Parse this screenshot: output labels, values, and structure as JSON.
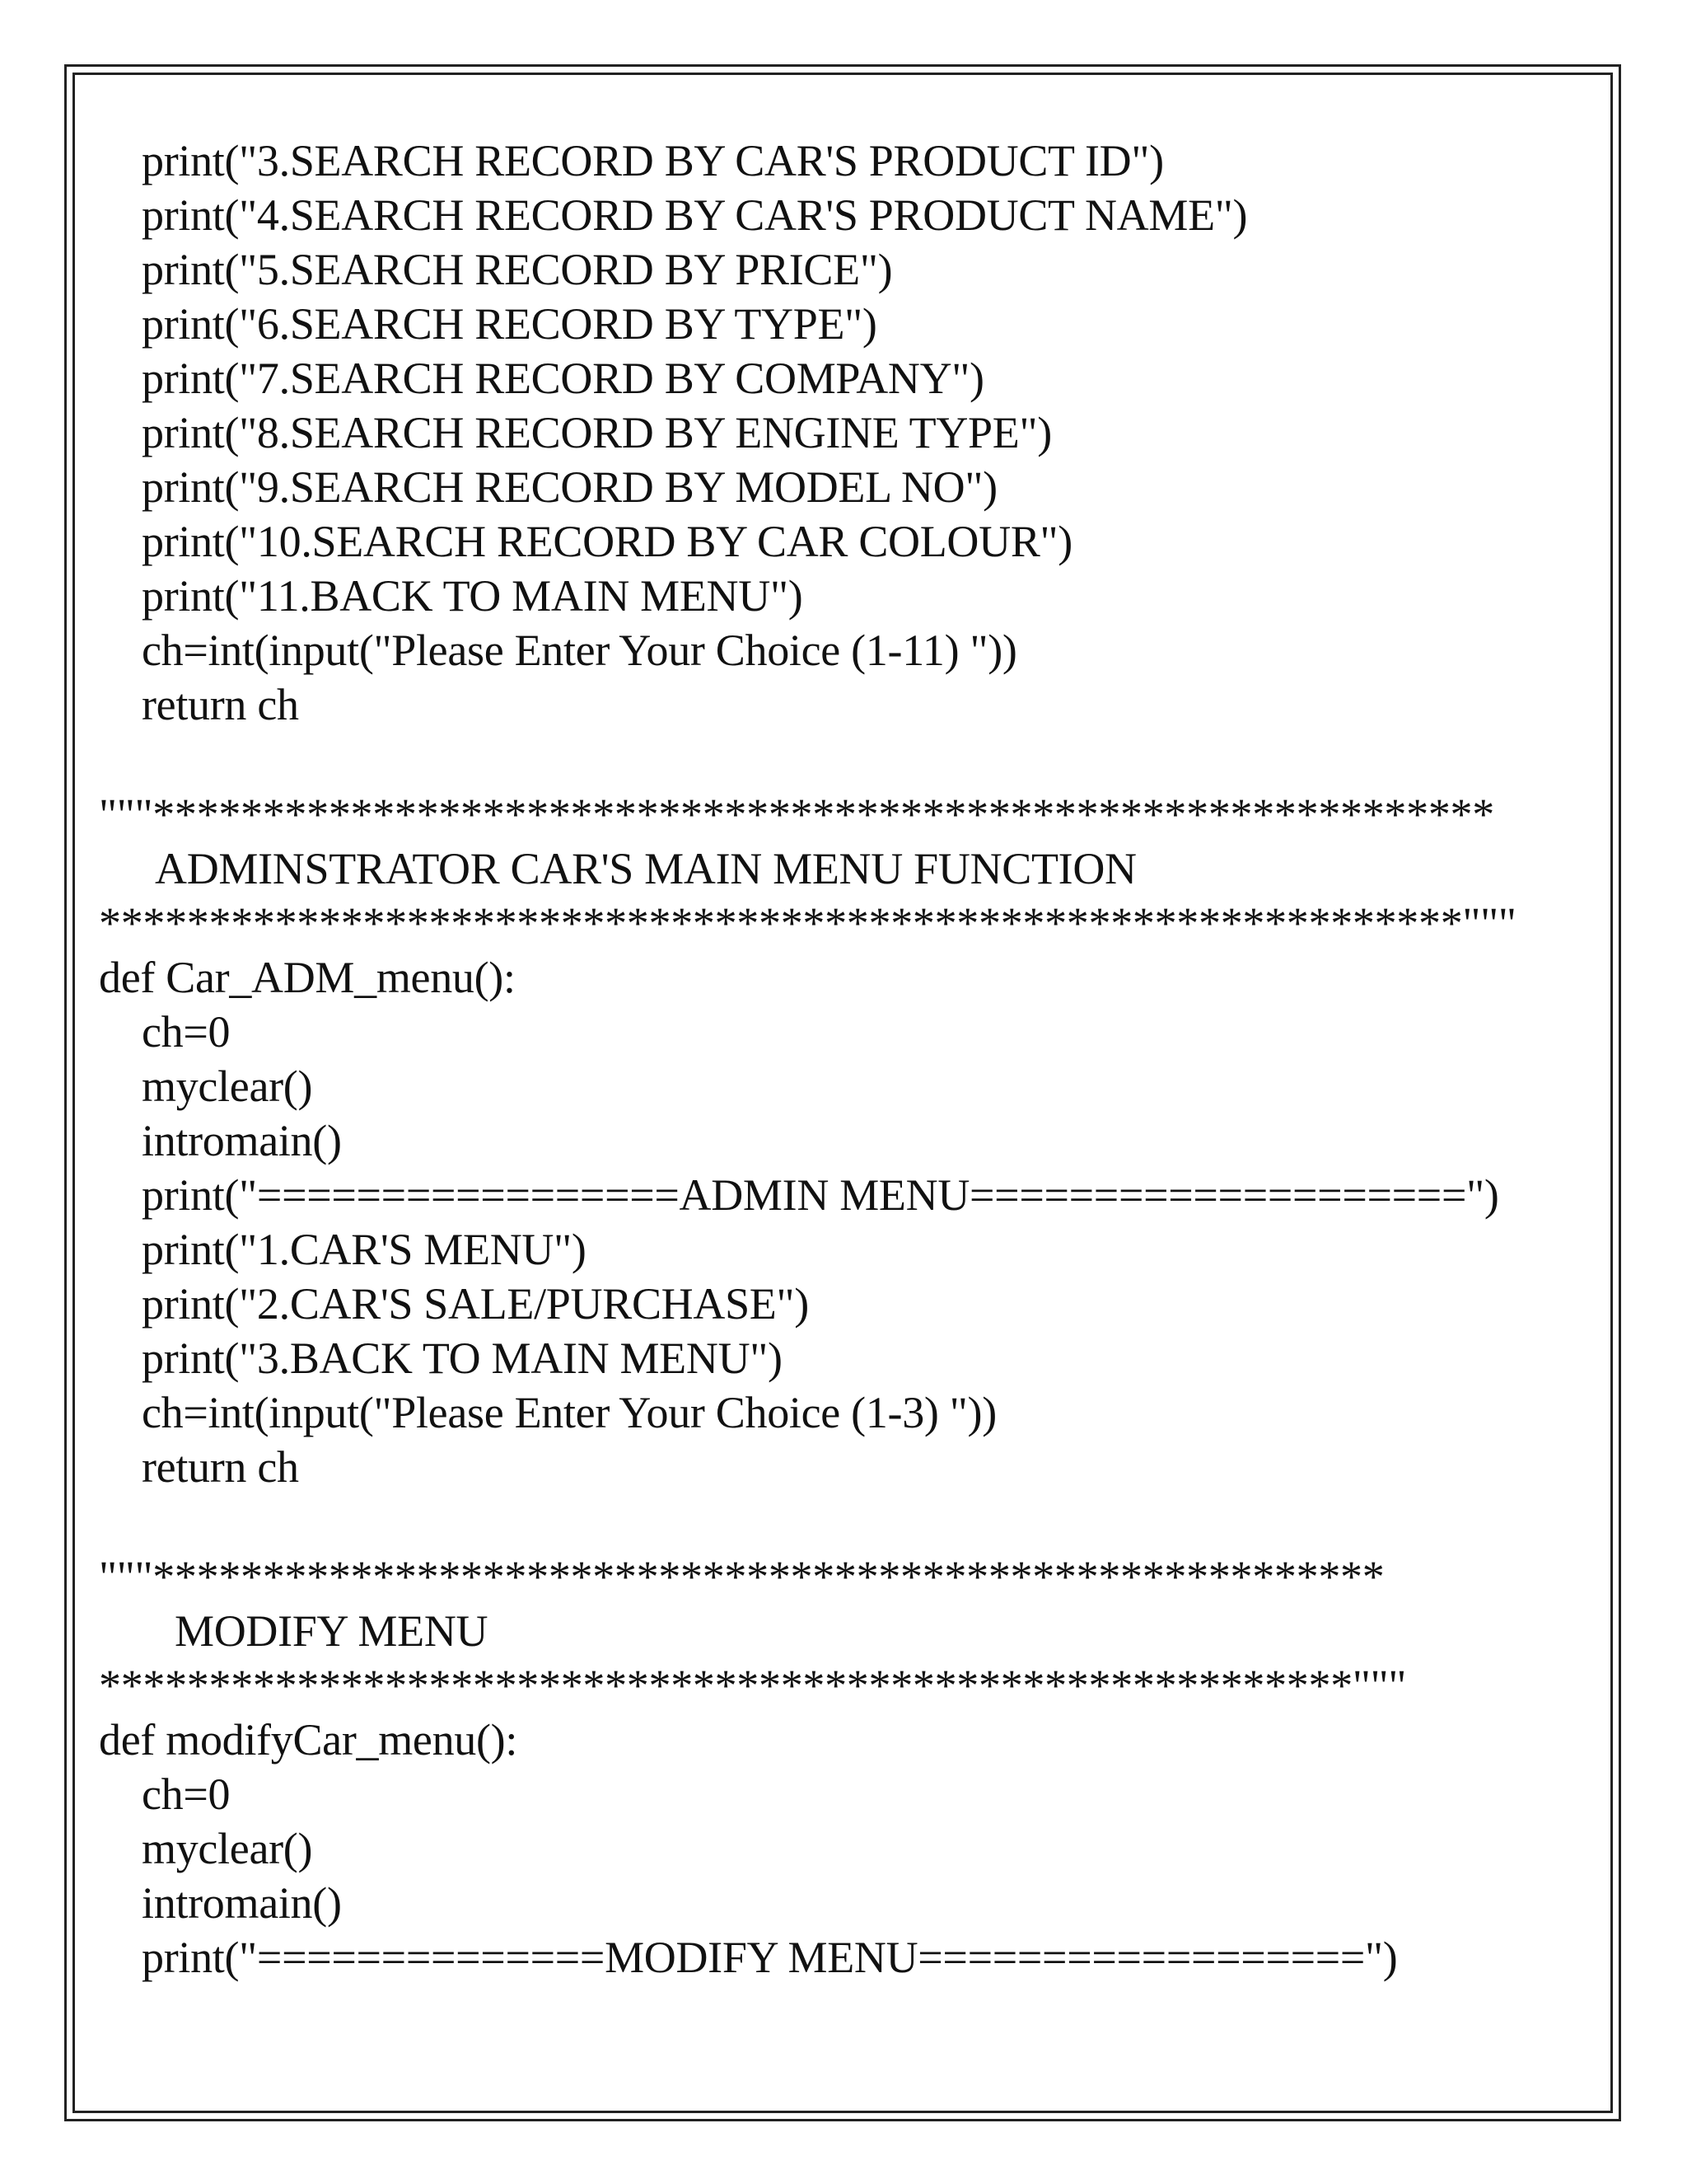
{
  "document": {
    "block1": [
      "print(\"3.SEARCH RECORD BY CAR'S PRODUCT ID\")",
      "print(\"4.SEARCH RECORD BY CAR'S PRODUCT NAME\")",
      "print(\"5.SEARCH RECORD BY PRICE\")",
      "print(\"6.SEARCH RECORD BY TYPE\")",
      "print(\"7.SEARCH RECORD BY COMPANY\")",
      "print(\"8.SEARCH RECORD BY ENGINE TYPE\")",
      "print(\"9.SEARCH RECORD BY MODEL NO\")",
      "print(\"10.SEARCH RECORD BY CAR COLOUR\")",
      "print(\"11.BACK TO MAIN MENU\")",
      "ch=int(input(\"Please Enter Your Choice (1-11) \"))",
      "return ch"
    ],
    "admin_section": {
      "stars_open": "\"\"\"*************************************************************",
      "heading": "ADMINSTRATOR CAR'S MAIN MENU FUNCTION",
      "stars_close": "**************************************************************\"\"\"",
      "def_line": "def Car_ADM_menu():",
      "body": [
        "ch=0",
        "myclear()",
        "intromain()",
        "print(\"=================ADMIN MENU====================\")",
        "print(\"1.CAR'S MENU\")",
        "print(\"2.CAR'S SALE/PURCHASE\")",
        "print(\"3.BACK TO MAIN MENU\")",
        "ch=int(input(\"Please Enter Your Choice (1-3) \"))",
        "return ch"
      ]
    },
    "modify_section": {
      "stars_open": "\"\"\"********************************************************",
      "heading": "MODIFY MENU",
      "stars_close": "*********************************************************\"\"\"",
      "def_line": "def modifyCar_menu():",
      "body": [
        "ch=0",
        "myclear()",
        "intromain()",
        "print(\"==============MODIFY MENU==================\")"
      ]
    }
  }
}
